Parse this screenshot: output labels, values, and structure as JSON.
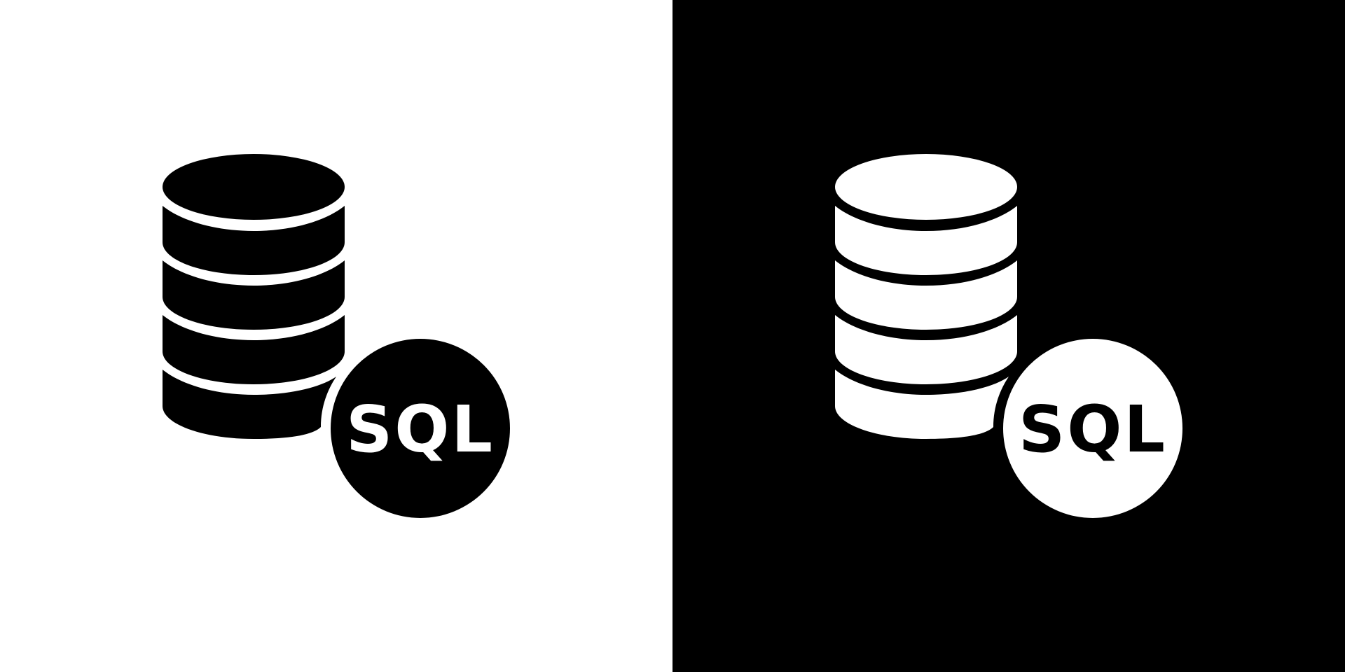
{
  "colors": {
    "light_background": "#ffffff",
    "dark_background": "#000000",
    "light_icon_fill": "#000000",
    "dark_icon_fill": "#ffffff"
  },
  "icons": [
    {
      "name": "database-sql-icon",
      "variant": "solid-on-white",
      "badge_text": "SQL"
    },
    {
      "name": "database-sql-icon",
      "variant": "solid-on-black",
      "badge_text": "SQL"
    }
  ]
}
